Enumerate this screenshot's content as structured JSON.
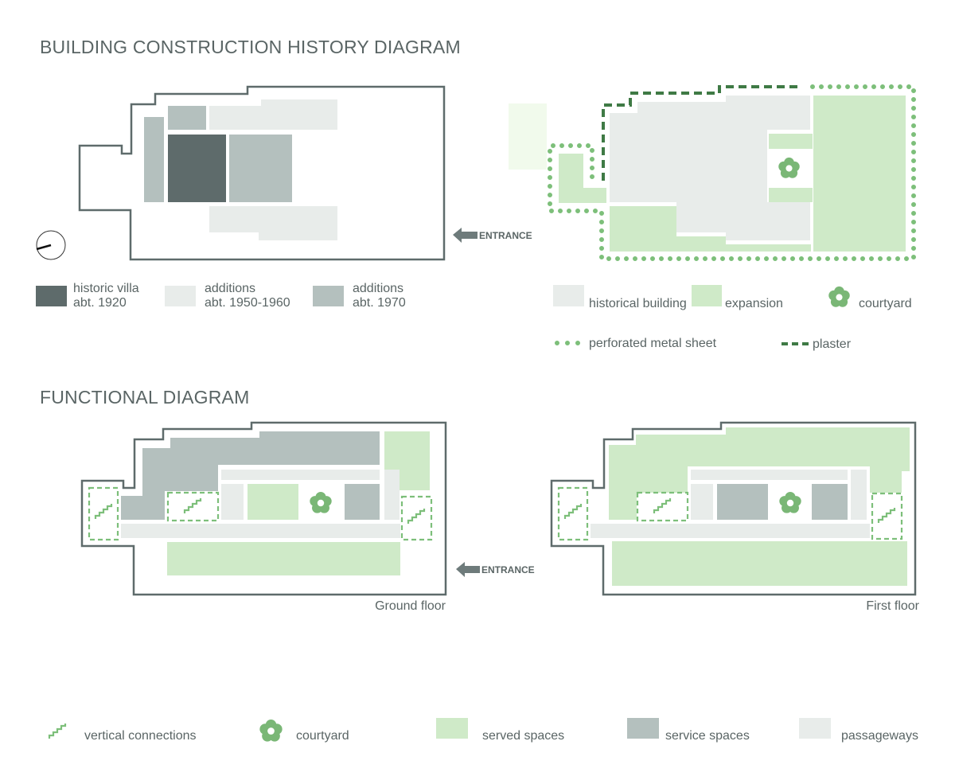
{
  "colors": {
    "historic_villa": "#5e6b6b",
    "additions_1950_1960": "#e8ecea",
    "additions_1970": "#b4c0be",
    "served": "#cfeac8",
    "service": "#b4c0be",
    "passage": "#e8ecea",
    "perforated": "#7dbf7a",
    "plaster": "#3f7a45",
    "outline": "#5e6b6b"
  },
  "history": {
    "title": "BUILDING CONSTRUCTION HISTORY DIAGRAM",
    "entrance_label": "ENTRANCE",
    "legend_left": [
      {
        "line1": "historic villa",
        "line2": "abt. 1920"
      },
      {
        "line1": "additions",
        "line2": "abt. 1950-1960"
      },
      {
        "line1": "additions",
        "line2": "abt. 1970"
      }
    ],
    "legend_right": {
      "historical_building": "historical building",
      "expansion": "expansion",
      "courtyard": "courtyard",
      "perforated": "perforated metal sheet",
      "plaster": "plaster"
    }
  },
  "functional": {
    "title": "FUNCTIONAL DIAGRAM",
    "entrance_label": "ENTRANCE",
    "ground_floor_label": "Ground floor",
    "first_floor_label": "First floor",
    "legend": {
      "vertical": "vertical connections",
      "courtyard": "courtyard",
      "served": "served spaces",
      "service": "service spaces",
      "passage": "passageways"
    }
  }
}
